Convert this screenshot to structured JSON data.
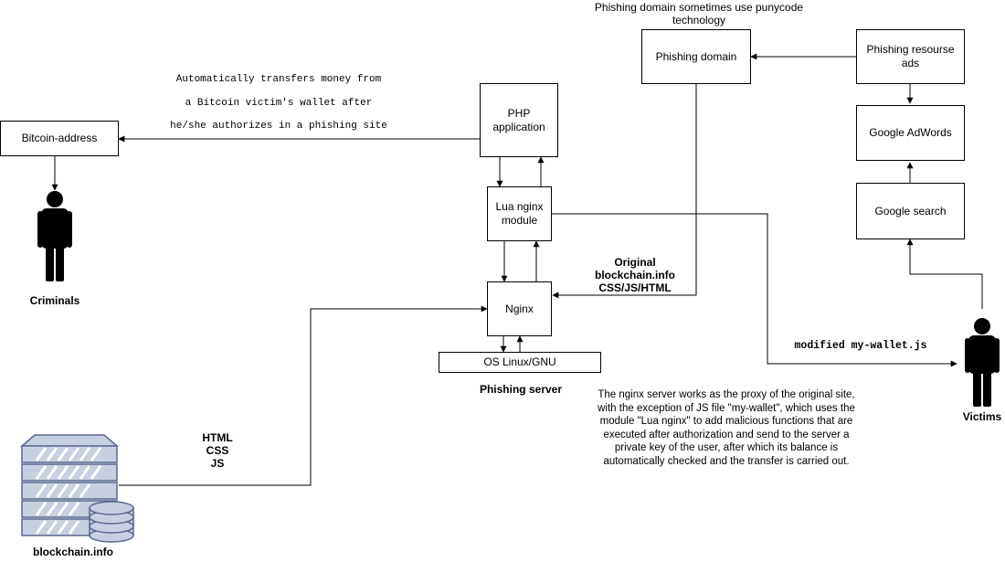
{
  "nodes": {
    "bitcoin_address": "Bitcoin-address",
    "php_application": "PHP application",
    "lua_module": "Lua nginx\nmodule",
    "nginx": "Nginx",
    "os": "OS Linux/GNU",
    "phishing_domain": "Phishing domain",
    "phishing_ads": "Phishing resourse\nads",
    "google_adwords": "Google AdWords",
    "google_search": "Google search"
  },
  "labels": {
    "criminals": "Criminals",
    "victims": "Victims",
    "phishing_server": "Phishing server",
    "blockchain_info": "blockchain.info",
    "punycode_note": "Phishing domain sometimes use punycode\ntechnology",
    "transfer_line1": "Automatically transfers money from",
    "transfer_line2": "a Bitcoin victim's wallet after",
    "transfer_line3": "he/she authorizes in a phishing site",
    "original_assets": "Original\nblockchain.info\nCSS/JS/HTML",
    "html_css_js": "HTML\nCSS\nJS",
    "modified_wallet": "modified my-wallet.js",
    "explanation": "The nginx server works as the proxy of the original site,\nwith the exception of JS file \"my-wallet\", which uses the\nmodule \"Lua nginx\" to add malicious functions that are\nexecuted after authorization and send to the server a\nprivate key of the user, after which its balance is\nautomatically checked and the transfer is carried out."
  },
  "icons": {
    "criminal": "person-icon",
    "victim": "person-icon",
    "server": "server-database-icon"
  },
  "colors": {
    "line": "#000000",
    "server_fill": "#c8cfe0",
    "server_stroke": "#5a6890"
  }
}
